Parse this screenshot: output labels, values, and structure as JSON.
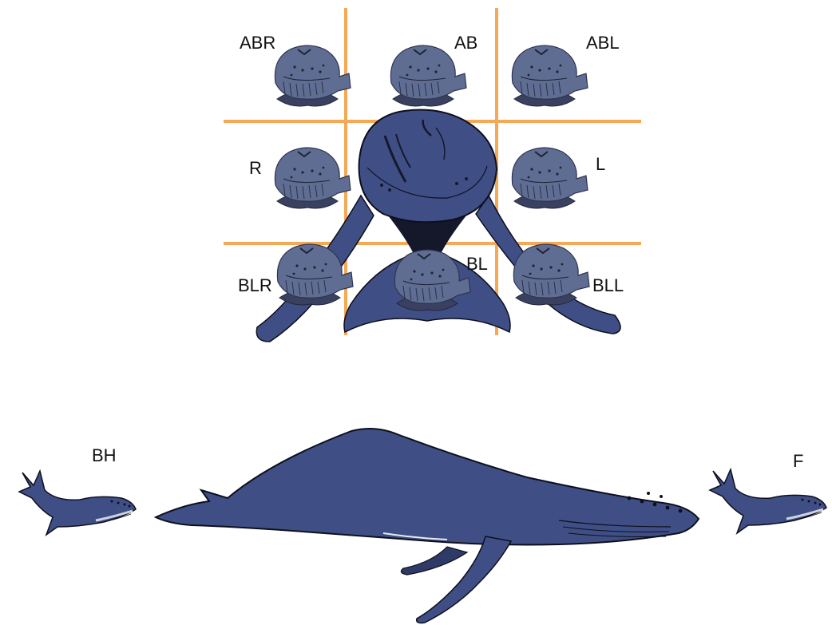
{
  "grid_labels": {
    "abr": "ABR",
    "ab": "AB",
    "abl": "ABL",
    "r": "R",
    "l": "L",
    "blr": "BLR",
    "bl": "BL",
    "bll": "BLL"
  },
  "side_labels": {
    "bh": "BH",
    "f": "F"
  },
  "colors": {
    "grid_line": "#f5a855",
    "whale_body": "#3f4f86",
    "whale_outline": "#0d0f1c",
    "small_whale": "#5f6d93",
    "small_whale_dark": "#3a4160",
    "throat_dark": "#15182a"
  },
  "icons": {
    "head_on_whale": "humpback-head-on-icon",
    "side_whale": "humpback-side-view-icon",
    "small_whale": "small-whale-head-icon"
  }
}
